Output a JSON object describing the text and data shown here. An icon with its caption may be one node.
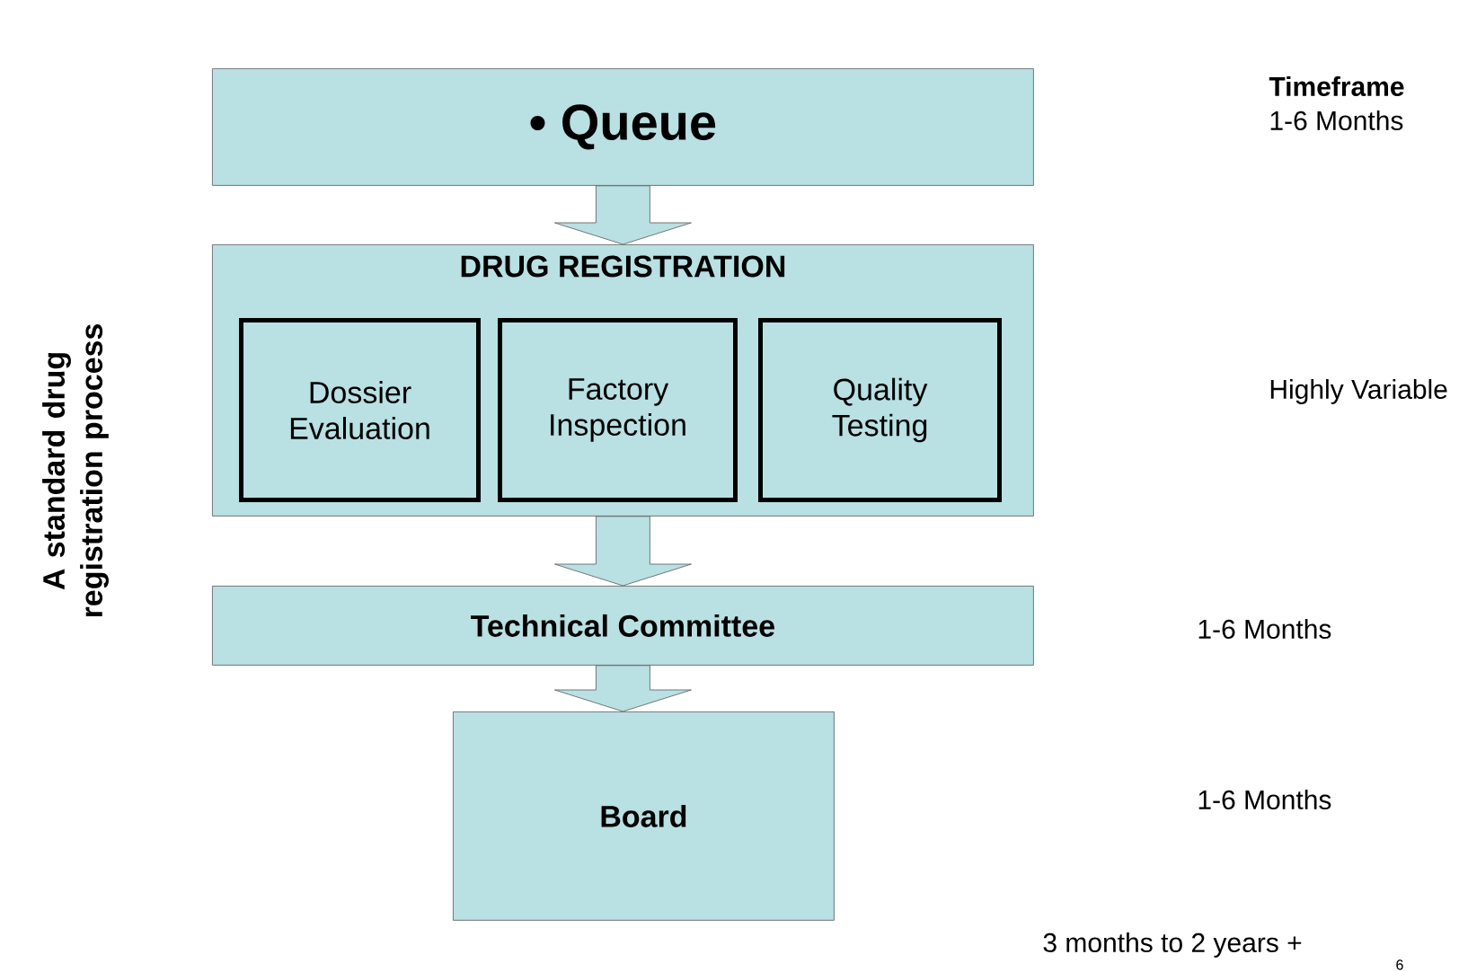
{
  "diagram": {
    "title": "A standard drug registration process",
    "nodes": [
      {
        "text": [
          "• Queue"
        ]
      },
      {
        "text": [
          "DRUG REGISTRATION"
        ]
      },
      {
        "text": [
          "Dossier Evaluation"
        ],
        "in": 1
      },
      {
        "text": [
          "Factory Inspection"
        ],
        "in": 1
      },
      {
        "text": [
          "Quality Testing"
        ],
        "in": 1
      },
      {
        "text": [
          "Technical Committee"
        ]
      },
      {
        "text": [
          "Board"
        ]
      }
    ],
    "edges": [
      {
        "from": 0,
        "to": 1,
        "arrow": "to"
      },
      {
        "from": 1,
        "to": 5,
        "arrow": "to"
      },
      {
        "from": 5,
        "to": 6,
        "arrow": "to"
      }
    ],
    "labels": [
      "Timeframe",
      "1-6 Months",
      "Highly Variable",
      "1-6 Months",
      "1-6 Months",
      "3 months to 2 years +",
      "6"
    ]
  }
}
